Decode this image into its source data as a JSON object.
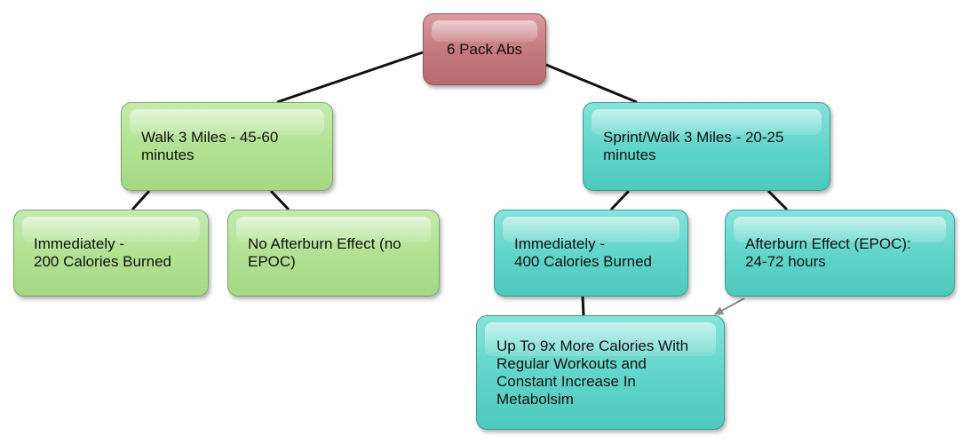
{
  "diagram": {
    "nodes": {
      "root": {
        "label": "6 Pack Abs",
        "color": "#c4787d"
      },
      "walk": {
        "label": "Walk 3 Miles - 45-60\nminutes",
        "color": "#b0e190"
      },
      "sprint": {
        "label": "Sprint/Walk 3 Miles - 20-25\nminutes",
        "color": "#5fd4c9"
      },
      "imm200": {
        "label": "Immediately -\n200 Calories Burned",
        "color": "#b0e190"
      },
      "noepoc": {
        "label": "No Afterburn Effect (no\nEPOC)",
        "color": "#b0e190"
      },
      "imm400": {
        "label": "Immediately -\n400 Calories Burned",
        "color": "#5fd4c9"
      },
      "epoc": {
        "label": "Afterburn Effect (EPOC):\n24-72 hours",
        "color": "#5fd4c9"
      },
      "up9x": {
        "label": "Up To 9x More Calories With\nRegular Workouts and\nConstant Increase In\nMetabolsim",
        "color": "#5fd4c9"
      }
    },
    "edges": [
      {
        "from": "root",
        "to": "walk",
        "style": "line"
      },
      {
        "from": "root",
        "to": "sprint",
        "style": "line"
      },
      {
        "from": "walk",
        "to": "imm200",
        "style": "line"
      },
      {
        "from": "walk",
        "to": "noepoc",
        "style": "line"
      },
      {
        "from": "sprint",
        "to": "imm400",
        "style": "line"
      },
      {
        "from": "sprint",
        "to": "epoc",
        "style": "line"
      },
      {
        "from": "imm400",
        "to": "up9x",
        "style": "line"
      },
      {
        "from": "epoc",
        "to": "up9x",
        "style": "arrow"
      }
    ]
  }
}
